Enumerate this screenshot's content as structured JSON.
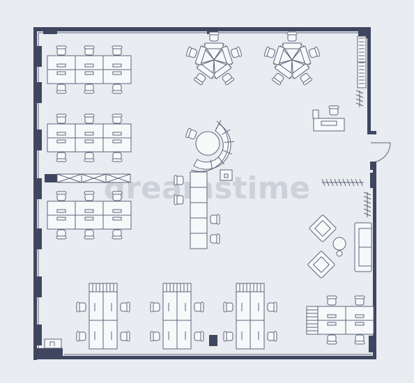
{
  "watermark": "dreamstime",
  "colors": {
    "background": "#e9ecf0",
    "wall": "#3f465f",
    "line": "#5b6479",
    "furniture_fill": "#f7f8fa",
    "watermark": "#cdd2da"
  },
  "symbols": [
    "workstation-desk-group",
    "office-chair",
    "pentagon-desk-cluster",
    "round-reception-desk",
    "meeting-table",
    "armchair",
    "sofa",
    "round-side-table",
    "file-cabinet",
    "single-swing-door",
    "structural-column",
    "window-glazing",
    "coat-rack"
  ]
}
